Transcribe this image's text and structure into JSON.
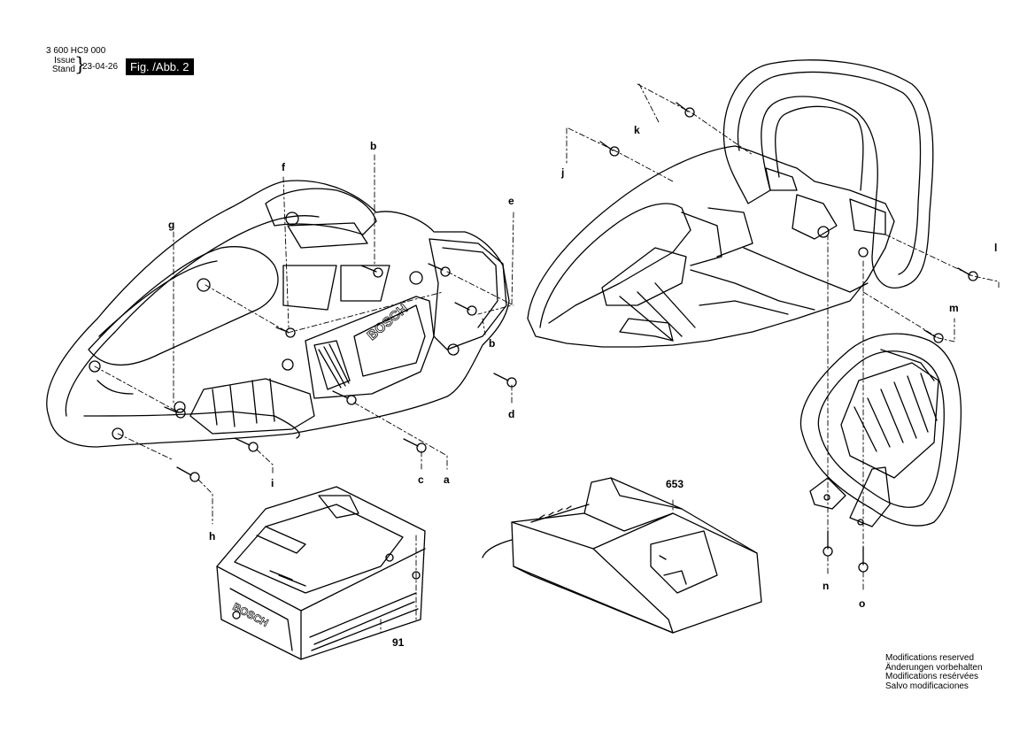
{
  "header": {
    "part_number": "3 600 HC9 000",
    "issue_label": "Issue",
    "stand_label": "Stand",
    "date": "23-04-26",
    "figure": "Fig. /Abb. 2"
  },
  "labels": {
    "a": "a",
    "b_top": "b",
    "b_side": "b",
    "c": "c",
    "d": "d",
    "e": "e",
    "f": "f",
    "g": "g",
    "h": "h",
    "i": "i",
    "j": "j",
    "k": "k",
    "l": "l",
    "m": "m",
    "n": "n",
    "o": "o",
    "p91": "91",
    "p653": "653"
  },
  "brand": {
    "housing_logo": "BOSCH",
    "battery_logo": "BOSCH"
  },
  "footer": {
    "notice_en": "Modifications reserved",
    "notice_de": "Änderungen vorbehalten",
    "notice_fr": "Modifications resérvées",
    "notice_es": "Salvo modificaciones"
  }
}
